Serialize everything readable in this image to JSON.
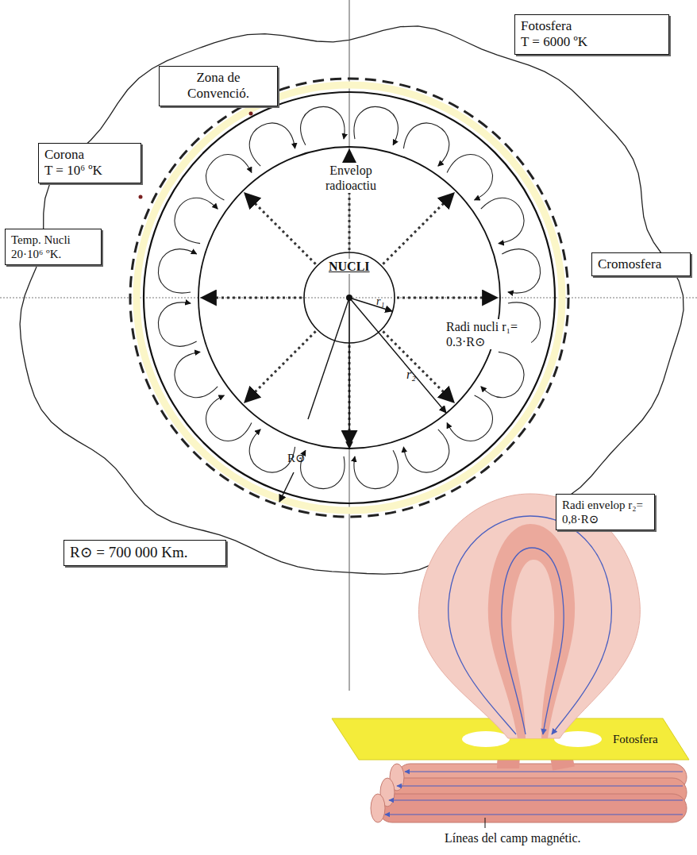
{
  "diagram": {
    "nodes": [
      {
        "text": [
          "Fotosfera",
          "T = 6000 ºK"
        ]
      },
      {
        "text": [
          "Zona de Convenció."
        ]
      },
      {
        "text": [
          "Corona",
          "T = 10⁶ ºK"
        ]
      },
      {
        "text": [
          "Temp. Nucli 20·10⁶ ºK."
        ]
      },
      {
        "text": [
          "Cromosfera"
        ]
      },
      {
        "text": [
          "Radi envelop r₂= 0,8·R⊙"
        ]
      },
      {
        "text": [
          "R⊙ = 700 000 Km."
        ]
      }
    ],
    "labels": [
      "Envelop radioactiu",
      "NUCLI",
      "Radi nucli r₁= 0.3·R⊙",
      "r₁",
      "r₂",
      "R⊙",
      "Fotosfera",
      "Líneas del camp magnétic."
    ]
  }
}
